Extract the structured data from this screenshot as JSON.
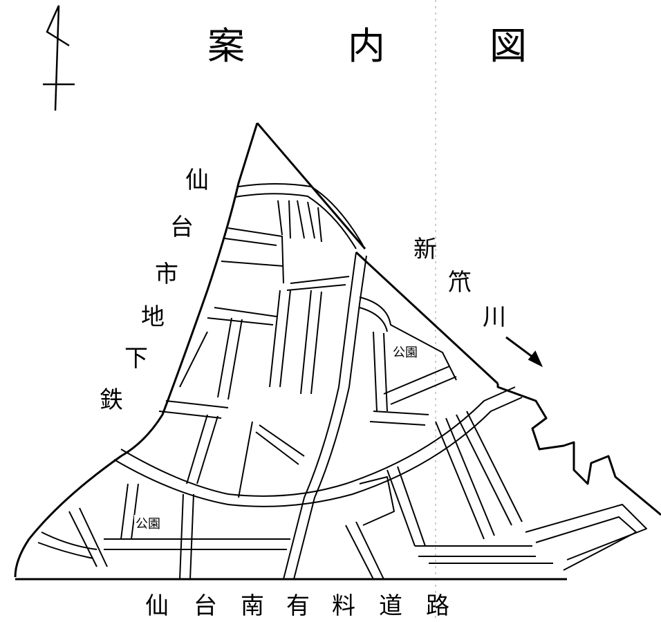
{
  "title": {
    "chars": [
      "案",
      "内",
      "図"
    ]
  },
  "subway": {
    "chars": [
      "仙",
      "台",
      "市",
      "地",
      "下",
      "鉄"
    ]
  },
  "newline": {
    "chars": [
      "新",
      "笊",
      "川"
    ]
  },
  "toll_road": {
    "chars": [
      "仙",
      "台",
      "南",
      "有",
      "料",
      "道",
      "路"
    ]
  },
  "parks": [
    "公園",
    "公園"
  ],
  "icons": {
    "north_arrow": "north-arrow-icon",
    "direction_arrow": "direction-arrow-icon"
  },
  "colors": {
    "ink": "#000000",
    "paper": "#ffffff"
  }
}
